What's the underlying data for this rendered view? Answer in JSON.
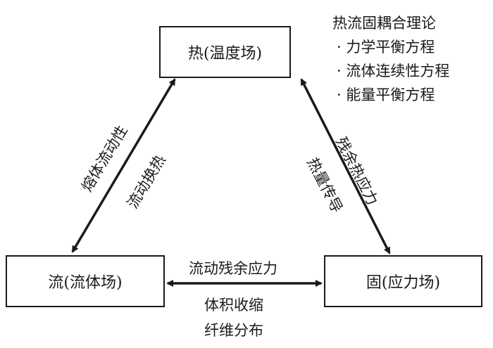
{
  "nodes": {
    "heat": "热(温度场)",
    "flow": "流(流体场)",
    "solid": "固(应力场)"
  },
  "legend": {
    "title": "热流固耦合理论",
    "items": [
      "· 力学平衡方程",
      "· 流体连续性方程",
      "· 能量平衡方程"
    ]
  },
  "edges": {
    "heat_flow": [
      "熔体流动性",
      "流动换热"
    ],
    "heat_solid": [
      "残余热应力",
      "热量传导"
    ],
    "flow_solid_top": "流动残余应力",
    "flow_solid_bottom": [
      "体积收缩",
      "纤维分布"
    ]
  }
}
